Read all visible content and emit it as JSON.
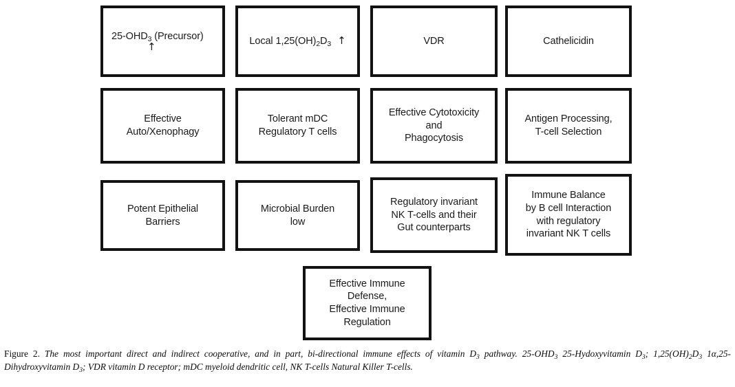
{
  "figure": {
    "caption_label": "Figure 2.",
    "caption_body_part1": "The most important direct and indirect cooperative, and in part, bi-directional immune effects of vitamin D",
    "caption_sub1": "3",
    "caption_body_part2": " pathway. 25-OHD",
    "caption_sub2": "3",
    "caption_body_part3": " 25-Hydoxyvitamin D",
    "caption_sub3": "3",
    "caption_body_part4": "; 1,25(OH)",
    "caption_sub4": "2",
    "caption_body_part5": "D",
    "caption_sub5": "3",
    "caption_body_part6": " 1α,25-Dihydroxyvitamin D",
    "caption_sub6": "3",
    "caption_body_part7": "; VDR vitamin D receptor; mDC myeloid dendritic cell, NK T-cells Natural Killer T-cells."
  },
  "diagram": {
    "type": "flow-grid",
    "rows": 4,
    "columns": 4,
    "box_border_color": "#121212",
    "background_color": "#ffffff",
    "nodes": [
      {
        "id": "precursor",
        "row": 1,
        "column": 1,
        "text_main": "25-OHD",
        "text_sub": "3",
        "text_after": " (Precursor)",
        "arrow": "↑"
      },
      {
        "id": "local-calcitriol",
        "row": 1,
        "column": 2,
        "text_prefix": "Local 1,25(OH)",
        "text_sub1": "2",
        "text_mid": "D",
        "text_sub2": "3",
        "arrow": "↑"
      },
      {
        "id": "vdr",
        "row": 1,
        "column": 3,
        "label": "VDR"
      },
      {
        "id": "cathelicidin",
        "row": 1,
        "column": 4,
        "label": "Cathelicidin"
      },
      {
        "id": "autophagy",
        "row": 2,
        "column": 1,
        "label": "Effective\nAuto/Xenophagy"
      },
      {
        "id": "tolerant-mdc",
        "row": 2,
        "column": 2,
        "label": "Tolerant mDC\nRegulatory T cells"
      },
      {
        "id": "cytotoxicity",
        "row": 2,
        "column": 3,
        "label": "Effective Cytotoxicity\nand\nPhagocytosis"
      },
      {
        "id": "antigen-processing",
        "row": 2,
        "column": 4,
        "label": "Antigen Processing,\nT-cell Selection"
      },
      {
        "id": "epithelial-barriers",
        "row": 3,
        "column": 1,
        "label": "Potent Epithelial\nBarriers"
      },
      {
        "id": "microbial-burden",
        "row": 3,
        "column": 2,
        "label": "Microbial Burden\nlow"
      },
      {
        "id": "regulatory-nkt",
        "row": 3,
        "column": 3,
        "label": "Regulatory invariant\nNK T-cells and their\nGut counterparts"
      },
      {
        "id": "immune-balance",
        "row": 3,
        "column": 4,
        "label": "Immune Balance\nby B cell Interaction\nwith regulatory\ninvariant NK T cells"
      },
      {
        "id": "immune-defense",
        "row": 4,
        "column": 0,
        "label": "Effective Immune\nDefense,\nEffective Immune\nRegulation"
      }
    ]
  }
}
